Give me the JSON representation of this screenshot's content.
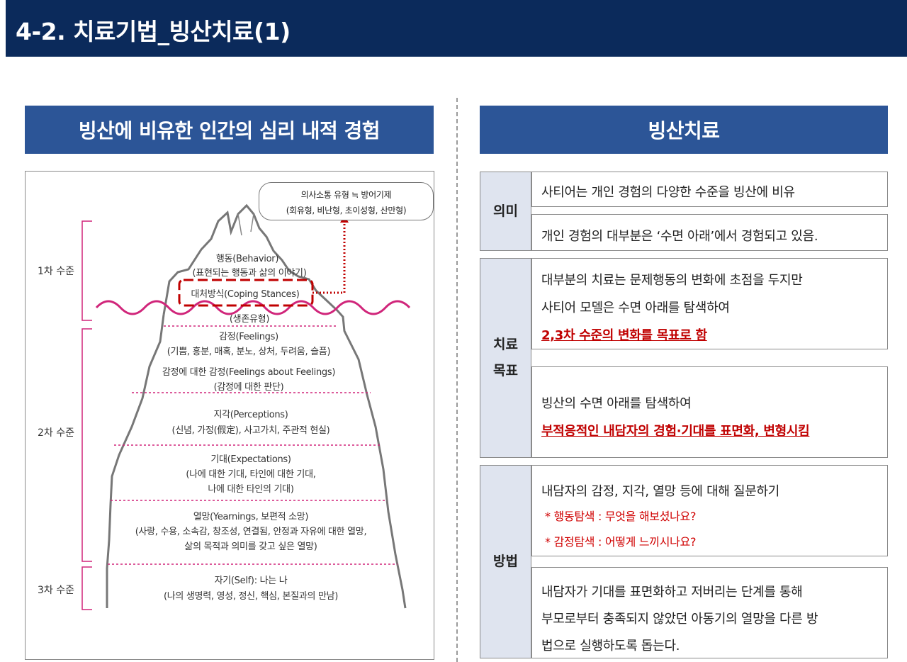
{
  "title": "4-2. 치료기법_빙산치료(1)",
  "left_header": "빙산에 비유한 인간의 심리 내적 경험",
  "right_header": "빙산치료",
  "figure": {
    "bubble": [
      "의사소통 유형 ≒ 방어기제",
      "(회유형, 비난형, 초이성형, 산만형)"
    ],
    "levels": [
      "1차 수준",
      "2차 수준",
      "3차 수준"
    ],
    "behavior": [
      "행동(Behavior)",
      "(표현되는 행동과 삶의 이야기)"
    ],
    "coping": "대처방식(Coping Stances)",
    "survival": "(생존유형)",
    "feelings": [
      "감정(Feelings)",
      "(기쁨, 흥분, 매혹, 분노, 상처, 두려움, 슬픔)",
      "감정에 대한 감정(Feelings about Feelings)",
      "(감정에 대한 판단)"
    ],
    "perceptions": [
      "지각(Perceptions)",
      "(신념, 가정(假定), 사고가치, 주관적 현실)"
    ],
    "expectations": [
      "기대(Expectations)",
      "(나에 대한 기대, 타인에 대한 기대,",
      "나에 대한 타인의 기대)"
    ],
    "yearnings": [
      "열망(Yearnings, 보편적 소망)",
      "(사랑, 수용, 소속감, 창조성, 연결됨, 안정과 자유에 대한 열망,",
      "삶의 목적과 의미를 갖고 싶은 열망)"
    ],
    "self": [
      "자기(Self): 나는 나",
      "(나의 생명력, 영성, 정신, 핵심, 본질과의 만남)"
    ]
  },
  "meaning": {
    "label": "의미",
    "line1": "사티어는 개인 경험의 다양한 수준을 빙산에 비유",
    "line2": "개인 경험의 대부분은 ‘수면 아래’에서 경험되고 있음."
  },
  "goal": {
    "label1": "치료",
    "label2": "목표",
    "b1": [
      "대부분의 치료는 문제행동의 변화에 초점을 두지만",
      "사티어 모델은 수면 아래를 탐색하여",
      "2,3차 수준의 변화를 목표로 함"
    ],
    "b2": [
      "빙산의 수면 아래를 탐색하여",
      "부적응적인 내담자의 경험·기대를 표면화, 변형시킴"
    ]
  },
  "method": {
    "label": "방법",
    "b1": [
      "내담자의 감정, 지각, 열망 등에 대해 질문하기",
      "* 행동탐색 : 무엇을 해보셨나요?",
      "* 감정탐색 : 어떻게 느끼시나요?"
    ],
    "b2": [
      "내담자가 기대를 표면화하고 저버리는 단계를 통해",
      "부모로부터 충족되지 않았던 아동기의 열망을 다른 방",
      "법으로 실행하도록 돕는다."
    ]
  },
  "colors": {
    "navy": "#0b2a5b",
    "header_blue": "#2c5597",
    "label_bg": "#dfe4ef",
    "red": "#c00000",
    "wave": "#d0257a"
  }
}
